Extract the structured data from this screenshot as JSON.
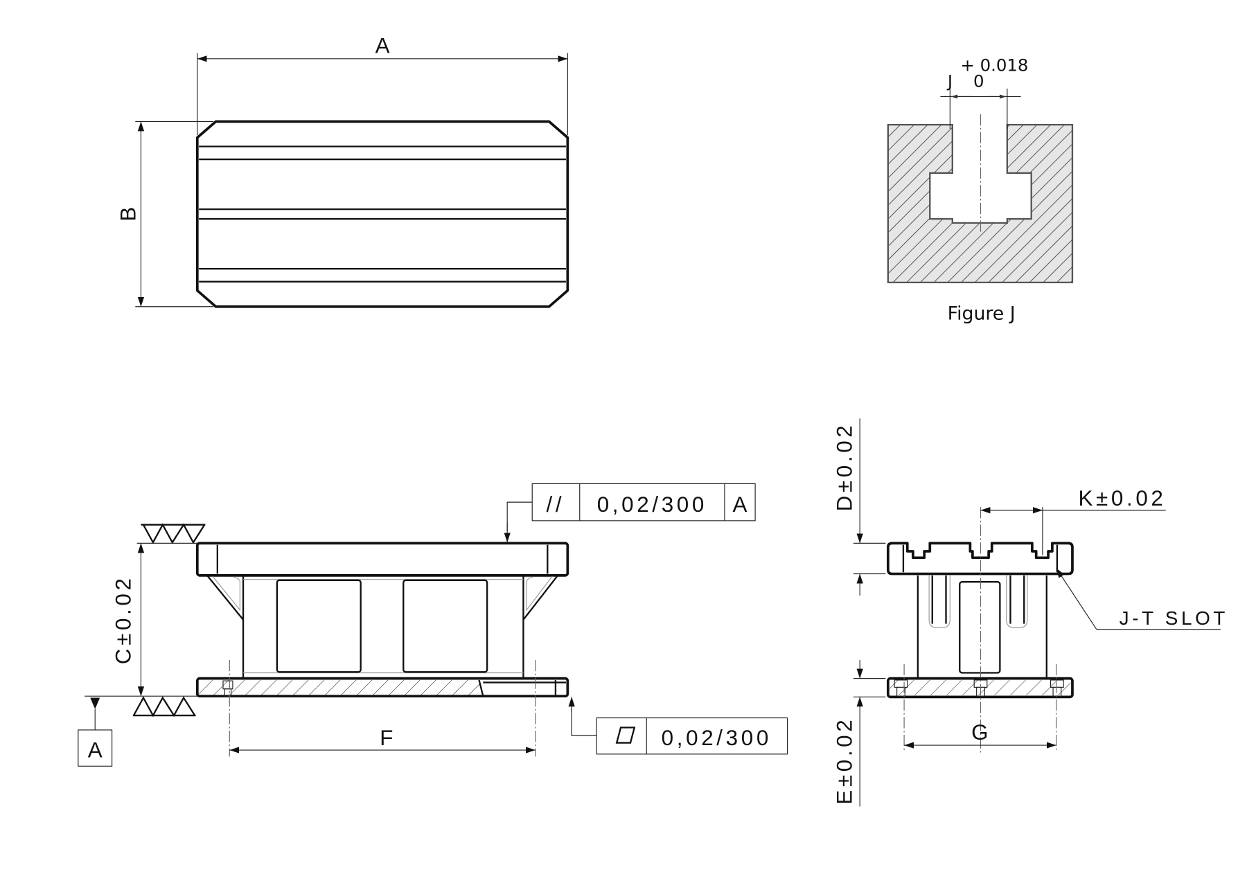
{
  "top_view": {
    "dim_a": "A",
    "dim_b": "B"
  },
  "figure_j": {
    "dim_label": "J",
    "tol_upper": "+ 0.018",
    "tol_lower": "0",
    "caption": "Figure J"
  },
  "front_view": {
    "dim_c": "C±0.02",
    "dim_f": "F",
    "datum_label": "A",
    "fcf_parallelism": {
      "symbol": "//",
      "value": "0,02/300",
      "datum": "A"
    },
    "fcf_flatness": {
      "symbol": "flatness-parallelogram",
      "value": "0,02/300"
    }
  },
  "side_view": {
    "dim_d": "D±0.02",
    "dim_e": "E±0.02",
    "dim_k": "K±0.02",
    "dim_g": "G",
    "callout": "J-T SLOT"
  },
  "colors": {
    "line": "#111111",
    "hatch_fill": "#e6e6e6"
  }
}
